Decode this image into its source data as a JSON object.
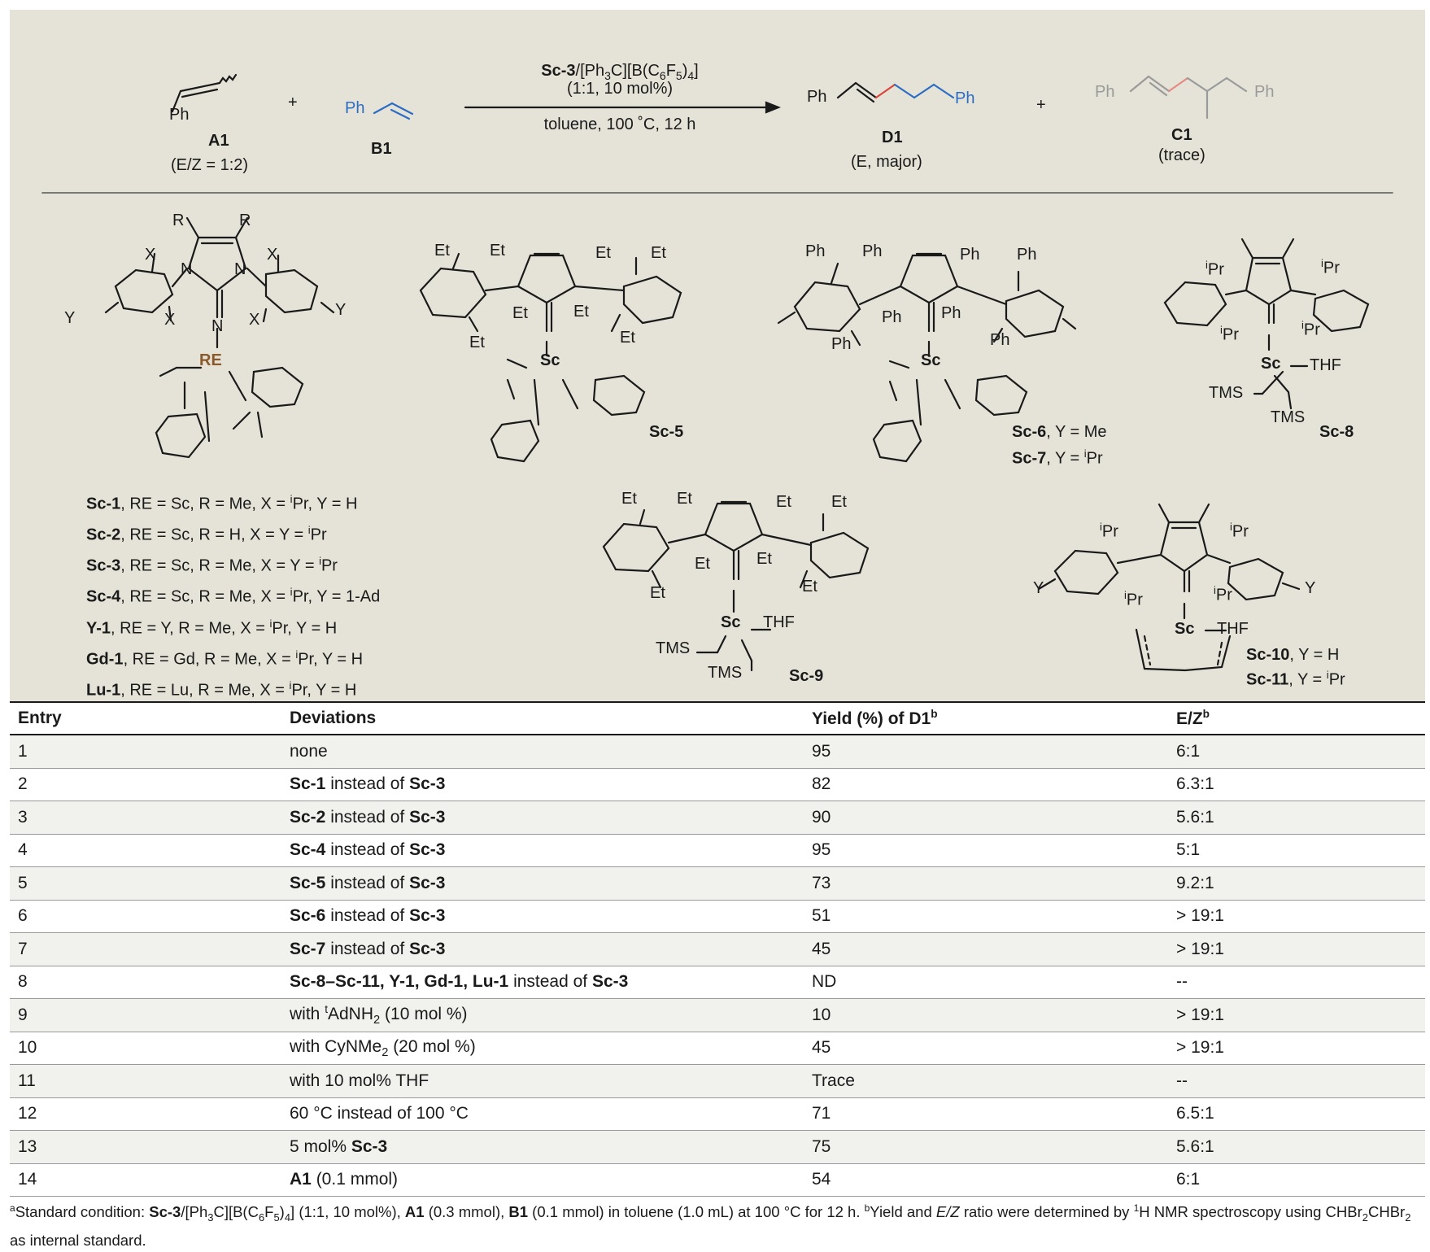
{
  "scheme": {
    "reagent_a": {
      "id": "A1",
      "note": "(E/Z = 1:2)",
      "sub": "Ph"
    },
    "plus": "+",
    "reagent_b": {
      "id": "B1",
      "sub": "Ph"
    },
    "catalyst_line1": "Sc-3/[Ph3C][B(C6F5)4]",
    "catalyst_line2": "(1:1, 10 mol%)",
    "conditions": "toluene, 100 ˚C, 12 h",
    "product_d": {
      "id": "D1",
      "note": "(E, major)",
      "left": "Ph",
      "right": "Ph"
    },
    "product_c": {
      "id": "C1",
      "note": "(trace)",
      "left": "Ph",
      "right": "Ph"
    }
  },
  "structures": {
    "generic": {
      "R": "R",
      "X": "X",
      "Y": "Y",
      "N": "N",
      "metal": "RE"
    },
    "sc5": {
      "label": "Sc-5",
      "sub": "Et",
      "metal": "Sc"
    },
    "sc67": {
      "sub": "Ph",
      "metal": "Sc",
      "label6": "Sc-6",
      "def6": ", Y = Me",
      "label7": "Sc-7",
      "def7": ", Y = ",
      "ipr": "i",
      "pr": "Pr"
    },
    "sc8": {
      "label": "Sc-8",
      "metal": "Sc",
      "thf": "THF",
      "tms": "TMS",
      "iPr": "Pr"
    },
    "sc9": {
      "label": "Sc-9",
      "metal": "Sc",
      "thf": "THF",
      "tms": "TMS",
      "sub": "Et"
    },
    "sc1011": {
      "label10": "Sc-10",
      "def10": ", Y = H",
      "label11": "Sc-11",
      "def11": ", Y = ",
      "metal": "Sc",
      "thf": "THF",
      "Y": "Y",
      "iPr": "Pr"
    }
  },
  "legend": [
    {
      "id": "Sc-1",
      "def": ", RE = Sc, R = Me, X = ",
      "x": "Pr",
      "tail": ", Y = H"
    },
    {
      "id": "Sc-2",
      "def": ", RE = Sc, R = H, X = Y = ",
      "x": "Pr",
      "tail": ""
    },
    {
      "id": "Sc-3",
      "def": ", RE = Sc, R = Me, X = Y = ",
      "x": "Pr",
      "tail": ""
    },
    {
      "id": "Sc-4",
      "def": ", RE = Sc, R = Me, X = ",
      "x": "Pr",
      "tail": ", Y = 1-Ad"
    },
    {
      "id": "Y-1",
      "def": ", RE = Y, R = Me, X = ",
      "x": "Pr",
      "tail": ", Y = H"
    },
    {
      "id": "Gd-1",
      "def": ", RE = Gd, R = Me, X = ",
      "x": "Pr",
      "tail": ", Y = H"
    },
    {
      "id": "Lu-1",
      "def": ", RE = Lu, R = Me, X = ",
      "x": "Pr",
      "tail": ", Y = H"
    }
  ],
  "table": {
    "headers": {
      "entry": "Entry",
      "deviations": "Deviations",
      "yield": "Yield (%) of D1",
      "yield_sup": "b",
      "ez": "E/Z",
      "ez_sup": "b"
    },
    "rows": [
      {
        "entry": "1",
        "dev_html": "none",
        "yield": "95",
        "ez": "6:1"
      },
      {
        "entry": "2",
        "dev_html": "<b>Sc-1</b> instead of <b>Sc-3</b>",
        "yield": "82",
        "ez": "6.3:1"
      },
      {
        "entry": "3",
        "dev_html": "<b>Sc-2</b> instead of <b>Sc-3</b>",
        "yield": "90",
        "ez": "5.6:1"
      },
      {
        "entry": "4",
        "dev_html": "<b>Sc-4</b> instead of <b>Sc-3</b>",
        "yield": "95",
        "ez": "5:1"
      },
      {
        "entry": "5",
        "dev_html": "<b>Sc-5</b> instead of <b>Sc-3</b>",
        "yield": "73",
        "ez": "9.2:1"
      },
      {
        "entry": "6",
        "dev_html": "<b>Sc-6</b> instead of <b>Sc-3</b>",
        "yield": "51",
        "ez": "> 19:1"
      },
      {
        "entry": "7",
        "dev_html": "<b>Sc-7</b> instead of <b>Sc-3</b>",
        "yield": "45",
        "ez": "> 19:1"
      },
      {
        "entry": "8",
        "dev_html": "<b>Sc-8–Sc-11, Y-1, Gd-1, Lu-1</b> instead of <b>Sc-3</b>",
        "yield": "ND",
        "ez": "--"
      },
      {
        "entry": "9",
        "dev_html": "with <sup>t</sup>AdNH<sub>2</sub> (10 mol %)",
        "yield": "10",
        "ez": "> 19:1"
      },
      {
        "entry": "10",
        "dev_html": "with CyNMe<sub>2</sub> (20 mol %)",
        "yield": "45",
        "ez": "> 19:1"
      },
      {
        "entry": "11",
        "dev_html": "with 10 mol% THF",
        "yield": "Trace",
        "ez": "--"
      },
      {
        "entry": "12",
        "dev_html": "60 °C instead of 100 °C",
        "yield": "71",
        "ez": "6.5:1"
      },
      {
        "entry": "13",
        "dev_html": "5 mol% <b>Sc-3</b>",
        "yield": "75",
        "ez": "5.6:1"
      },
      {
        "entry": "14",
        "dev_html": "<b>A1</b> (0.1 mmol)",
        "yield": "54",
        "ez": "6:1"
      }
    ]
  },
  "footnote_html": "<sup>a</sup>Standard condition: <b>Sc-3</b>/[Ph<sub>3</sub>C][B(C<sub>6</sub>F<sub>5</sub>)<sub>4</sub>] (1:1, 10 mol%), <b>A1</b> (0.3 mmol), <b>B1</b> (0.1 mmol) in toluene (1.0 mL) at 100 °C for 12 h. <sup>b</sup>Yield and <i>E/Z</i> ratio were determined by <sup>1</sup>H NMR spectroscopy using CHBr<sub>2</sub>CHBr<sub>2</sub> as internal standard.",
  "colors": {
    "panel": "#e5e3d8",
    "blue": "#2b6cc4",
    "red": "#d9453a",
    "gray": "#9a9a9a",
    "metal_brown": "#8a5a2b"
  }
}
